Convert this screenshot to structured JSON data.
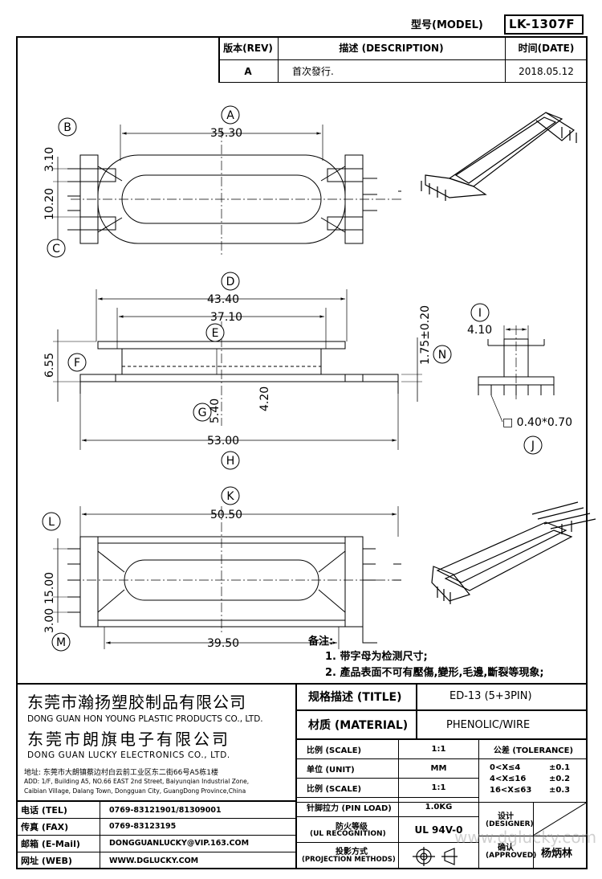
{
  "model_label": "型号(MODEL)",
  "model_value": "LK-1307F",
  "revision_table": {
    "headers": [
      "版本(REV)",
      "描述 (DESCRIPTION)",
      "时间(DATE)"
    ],
    "rows": [
      [
        "A",
        "首次發行.",
        "2018.05.12"
      ]
    ]
  },
  "view_labels": [
    "A",
    "B",
    "C",
    "D",
    "E",
    "F",
    "G",
    "H",
    "I",
    "J",
    "K",
    "L",
    "M",
    "N"
  ],
  "dimensions": {
    "top": {
      "a": "35.30",
      "b": "3.10",
      "c": "10.20"
    },
    "side": {
      "d": "43.40",
      "e": "37.10",
      "f": "6.55",
      "g": "5.40",
      "g2": "4.20",
      "h": "53.00",
      "n": "1.75±0.20"
    },
    "end": {
      "i": "4.10",
      "j": "□ 0.40*0.70"
    },
    "bottom": {
      "k": "50.50",
      "l": "15.00",
      "m": "3.00",
      "m2": "39.50"
    }
  },
  "notes": {
    "title": "备注:",
    "items": [
      "1. 带字母为检测尺寸;",
      "2. 產品表面不可有壓傷,變形,毛邊,斷裂等現象;"
    ]
  },
  "company": {
    "name1_cn": "东莞市瀚扬塑胶制品有限公司",
    "name1_en": "DONG GUAN HON YOUNG PLASTIC PRODUCTS CO., LTD.",
    "name2_cn": "东莞市朗旗电子有限公司",
    "name2_en": "DONG GUAN LUCKY ELECTRONICS CO., LTD.",
    "addr_cn": "地址: 东莞市大朗镇蔡边村白云前工业区东二街66号A5栋1楼",
    "addr_en1": "ADD: 1/F, Building A5, NO.66 EAST 2nd Street, Baiyunqian Industrial Zone,",
    "addr_en2": "Caibian Village, Dalang Town, Dongguan City, GuangDong Province,China"
  },
  "contacts": [
    {
      "label": "电话 (TEL)",
      "value": "0769-83121901/81309001"
    },
    {
      "label": "传真 (FAX)",
      "value": "0769-83123195"
    },
    {
      "label": "邮箱 (E-Mail)",
      "value": "DONGGUANLUCKY@VIP.163.COM"
    },
    {
      "label": "网址 (WEB)",
      "value": "WWW.DGLUCKY.COM"
    }
  ],
  "spec": {
    "title_label": "规格描述 (TITLE)",
    "title_value": "ED-13 (5+3PIN)",
    "material_label": "材质 (MATERIAL)",
    "material_value": "PHENOLIC/WIRE",
    "scale_label": "比例 (SCALE)",
    "scale_value": "1:1",
    "tolerance_label": "公差 (TOLERANCE)",
    "unit_label": "单位 (UNIT)",
    "unit_value": "MM",
    "scale2_label": "比例 (SCALE)",
    "scale2_value": "1:1",
    "pinload_label": "针脚拉力 (PIN LOAD)",
    "pinload_value": "1.0KG",
    "ul_label1": "防火等级",
    "ul_label2": "(UL RECOGNITION)",
    "ul_value": "UL 94V-0",
    "proj_label1": "投影方式",
    "proj_label2": "(PROJECTION METHODS)",
    "tolerances": [
      [
        "0<X≤4",
        "±0.1"
      ],
      [
        "4<X≤16",
        "±0.2"
      ],
      [
        "16<X≤63",
        "±0.3"
      ]
    ],
    "designer_label1": "设计",
    "designer_label2": "(DESIGNER)",
    "approved_label1": "确认",
    "approved_label2": "(APPROVED)",
    "approver": "杨炳林"
  },
  "watermark": "www.dglucky.com"
}
